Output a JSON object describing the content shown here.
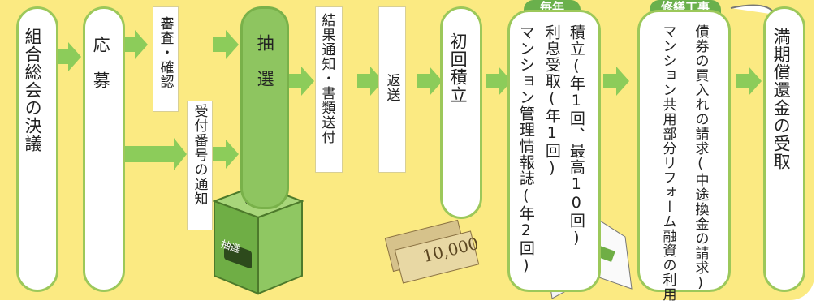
{
  "steps": {
    "kumiai": "組合総会の決議",
    "oubo": "応　募",
    "shinsa": "審査・確認",
    "uketsuke": "受付番号の通知",
    "chusen": "抽　選",
    "kekka": "結果通知・書類送付",
    "hensou": "返送",
    "shokai": "初回積立",
    "maitoshi_tag": "毎年",
    "maitoshi_1": "積立(年1回、最高10回)",
    "maitoshi_2": "利息受取(年1回)",
    "maitoshi_3": "マンション管理情報誌(年2回)",
    "shuzen_tag": "修繕工事",
    "shuzen_1": "債券の買入れの請求(中途換金の請求)",
    "shuzen_2": "マンション共用部分リフォーム融資の利用",
    "manki": "満期償還金の受取"
  },
  "box_label": "抽選",
  "note_label": "10,000",
  "colors": {
    "panel": "#fbea82",
    "green": "#8ec560",
    "arrow": "#8ccc5a",
    "tag": "#6ab04c"
  }
}
